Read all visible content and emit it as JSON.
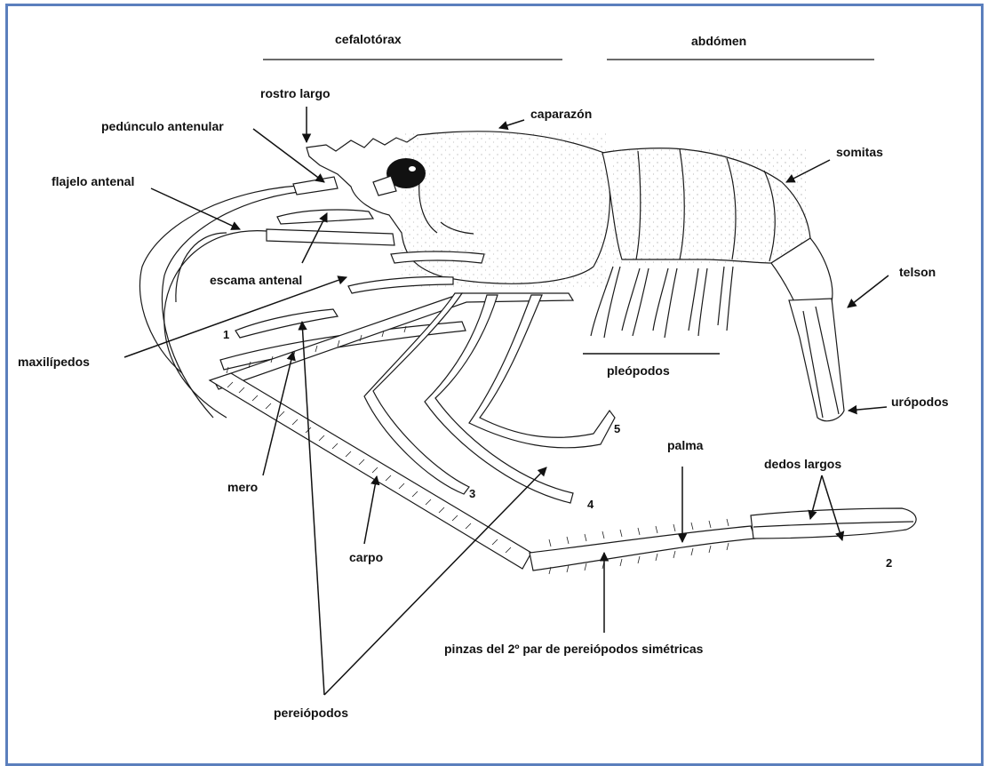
{
  "sections": {
    "cephalothorax": "cefalotórax",
    "abdomen": "abdómen"
  },
  "labels": {
    "rostro": "rostro largo",
    "caparazon": "caparazón",
    "pedunculo": "pedúnculo antenular",
    "flajelo": "flajelo antenal",
    "somitas": "somitas",
    "escama": "escama antenal",
    "telson": "telson",
    "maxilipedos": "maxilípedos",
    "pleopodos": "pleópodos",
    "uropodos": "urópodos",
    "palma": "palma",
    "dedos": "dedos largos",
    "mero": "mero",
    "carpo": "carpo",
    "pinzas": "pinzas del 2º par de pereiópodos simétricas",
    "pereiopodos": "pereiópodos"
  },
  "leg_numbers": [
    "1",
    "2",
    "3",
    "4",
    "5"
  ]
}
